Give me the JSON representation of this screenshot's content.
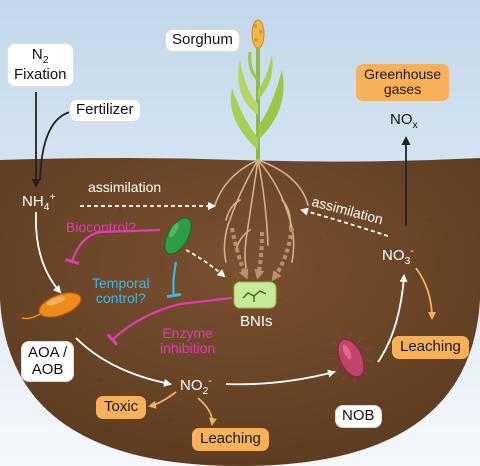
{
  "nodes": {
    "n2_fixation": {
      "line1": "N",
      "line1_sub": "2",
      "line2": "Fixation"
    },
    "fertilizer": "Fertilizer",
    "sorghum": "Sorghum",
    "greenhouse_gases": {
      "line1": "Greenhouse",
      "line2": "gases"
    },
    "nox": {
      "main": "NO",
      "sub": "x"
    },
    "nh4": {
      "main": "NH",
      "sub": "4",
      "sup": "+"
    },
    "no3": {
      "main": "NO",
      "sub": "3",
      "sup": "-"
    },
    "no2": {
      "main": "NO",
      "sub": "2",
      "sup": "-"
    },
    "aoa_aob": {
      "line1": "AOA /",
      "line2": "AOB"
    },
    "bnis": "BNIs",
    "nob": "NOB",
    "toxic": "Toxic",
    "leaching_no2": "Leaching",
    "leaching_no3": "Leaching"
  },
  "process_labels": {
    "assimilation_left": "assimilation",
    "assimilation_right": "assimilation",
    "biocontrol": "Biocontrol?",
    "temporal_control": {
      "line1": "Temporal",
      "line2": "control?"
    },
    "enzyme_inhibition": {
      "line1": "Enzyme",
      "line2": "inhibition"
    }
  },
  "colors": {
    "soil": "#6b4423",
    "sky_top": "#c9dcec",
    "orange_box": "#f7b15a",
    "inhibition_magenta": "#e33bb3",
    "inhibition_cyan": "#3fb7e6",
    "bni_green": "#c8e89a"
  }
}
